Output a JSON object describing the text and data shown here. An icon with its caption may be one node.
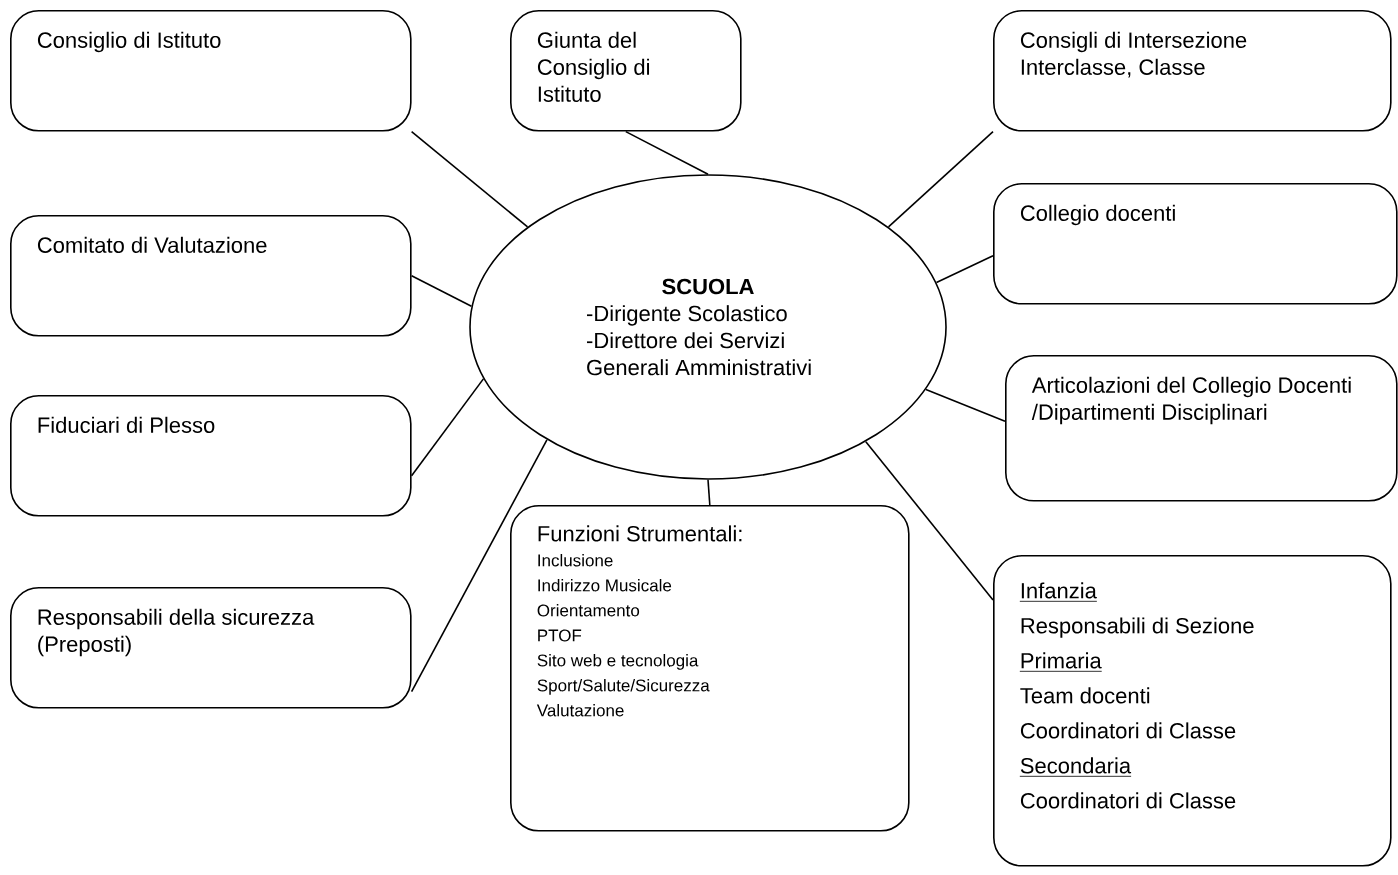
{
  "diagram": {
    "nodes": [
      {
        "text": [
          "SCUOLA",
          "-Dirigente Scolastico",
          "-Direttore dei Servizi Generali Amministrativi"
        ]
      },
      {
        "text": [
          "Consiglio di Istituto"
        ]
      },
      {
        "text": [
          "Giunta del Consiglio di Istituto"
        ]
      },
      {
        "text": [
          "Consigli di Intersezione Interclasse, Classe"
        ]
      },
      {
        "text": [
          "Comitato di Valutazione"
        ]
      },
      {
        "text": [
          "Collegio docenti"
        ]
      },
      {
        "text": [
          "Fiduciari di Plesso"
        ]
      },
      {
        "text": [
          "Articolazioni del Collegio Docenti /Dipartimenti Disciplinari"
        ]
      },
      {
        "text": [
          "Responsabili della sicurezza (Preposti)"
        ]
      },
      {
        "text": [
          "Funzioni Strumentali:",
          "Inclusione",
          "Indirizzo Musicale",
          "Orientamento",
          "PTOF",
          "Sito web e tecnologia",
          "Sport/Salute/Sicurezza",
          "Valutazione"
        ]
      },
      {
        "text": [
          "Infanzia",
          "Responsabili di Sezione",
          "Primaria",
          "Team docenti",
          "Coordinatori di  Classe",
          "Secondaria",
          "Coordinatori di Classe"
        ]
      }
    ],
    "edges": [
      {
        "from": 0,
        "to": 1,
        "arrow": "none"
      },
      {
        "from": 0,
        "to": 2,
        "arrow": "none"
      },
      {
        "from": 0,
        "to": 3,
        "arrow": "none"
      },
      {
        "from": 0,
        "to": 4,
        "arrow": "none"
      },
      {
        "from": 0,
        "to": 5,
        "arrow": "none"
      },
      {
        "from": 0,
        "to": 6,
        "arrow": "none"
      },
      {
        "from": 0,
        "to": 7,
        "arrow": "none"
      },
      {
        "from": 0,
        "to": 8,
        "arrow": "none"
      },
      {
        "from": 0,
        "to": 9,
        "arrow": "none"
      },
      {
        "from": 0,
        "to": 10,
        "arrow": "none"
      }
    ]
  }
}
